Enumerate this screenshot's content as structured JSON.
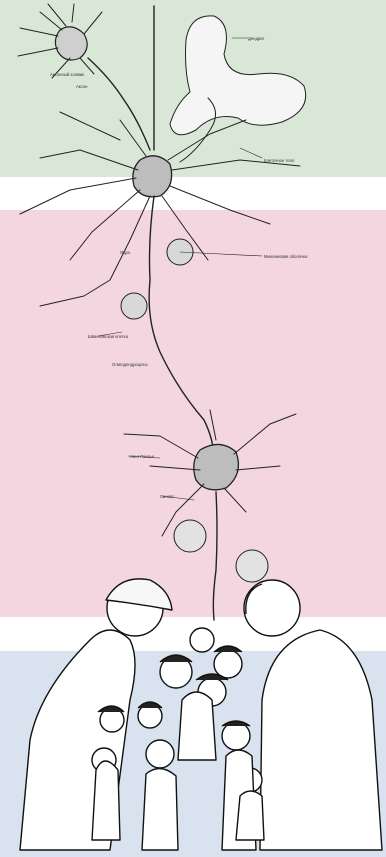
{
  "bands": {
    "top_color": "#d9e8d6",
    "middle_color": "#f3d6e0",
    "bottom_color": "#d8e3ef"
  },
  "labels": {
    "l1": "Дендрит",
    "l2": "Клеточное тело",
    "l3": "Ядро",
    "l4": "Миелиновая оболочка",
    "l5": "Аксон",
    "l6": "Шванновская клетка",
    "l7": "Олигодендроциты",
    "l8": "Узел Ранвье",
    "l9": "Синапс",
    "l10": "Аксонный холмик"
  },
  "scene": {
    "description_icon": "neuron-illustration",
    "people_icon": "crowd-illustration"
  }
}
